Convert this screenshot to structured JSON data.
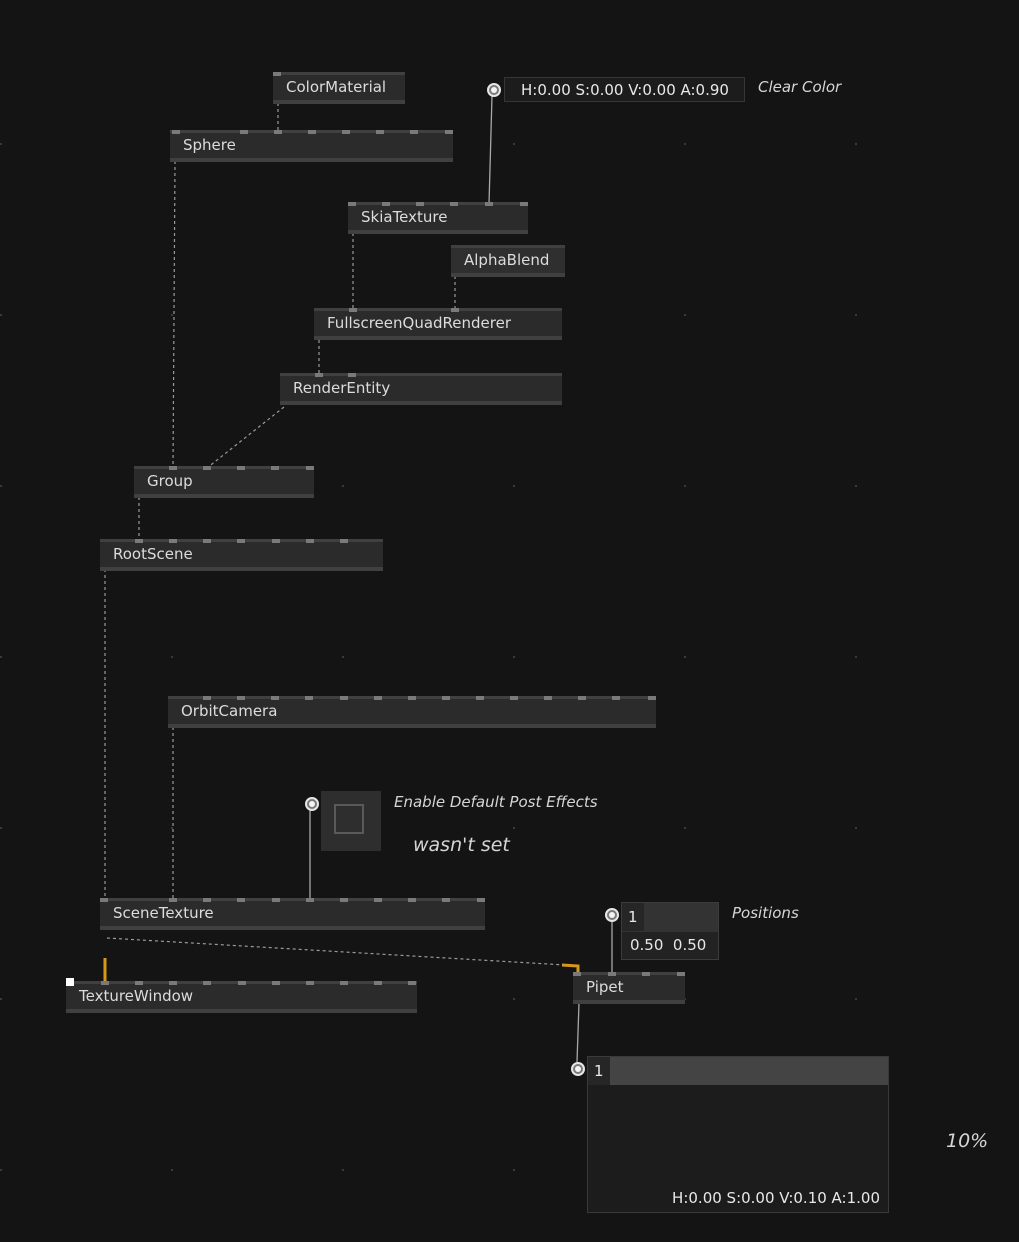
{
  "nodes": {
    "color_material": "ColorMaterial",
    "sphere": "Sphere",
    "skia_texture": "SkiaTexture",
    "alpha_blend": "AlphaBlend",
    "fullscreen_quad_renderer": "FullscreenQuadRenderer",
    "render_entity": "RenderEntity",
    "group": "Group",
    "root_scene": "RootScene",
    "orbit_camera": "OrbitCamera",
    "scene_texture": "SceneTexture",
    "texture_window": "TextureWindow",
    "pipet": "Pipet"
  },
  "clear_color": {
    "value": "H:0.00 S:0.00 V:0.00 A:0.90",
    "label": "Clear Color"
  },
  "post_effects": {
    "label": "Enable Default Post Effects",
    "status": "wasn't set"
  },
  "positions": {
    "count": "1",
    "values": "0.50  0.50",
    "label": "Positions"
  },
  "output": {
    "count": "1",
    "value": "H:0.00 S:0.00 V:0.10 A:1.00"
  },
  "zoom": "10%",
  "colors": {
    "background": "#141414",
    "node": "#2b2b2b",
    "link_active": "#d79a18",
    "link_dashed": "#9a9a9a"
  }
}
